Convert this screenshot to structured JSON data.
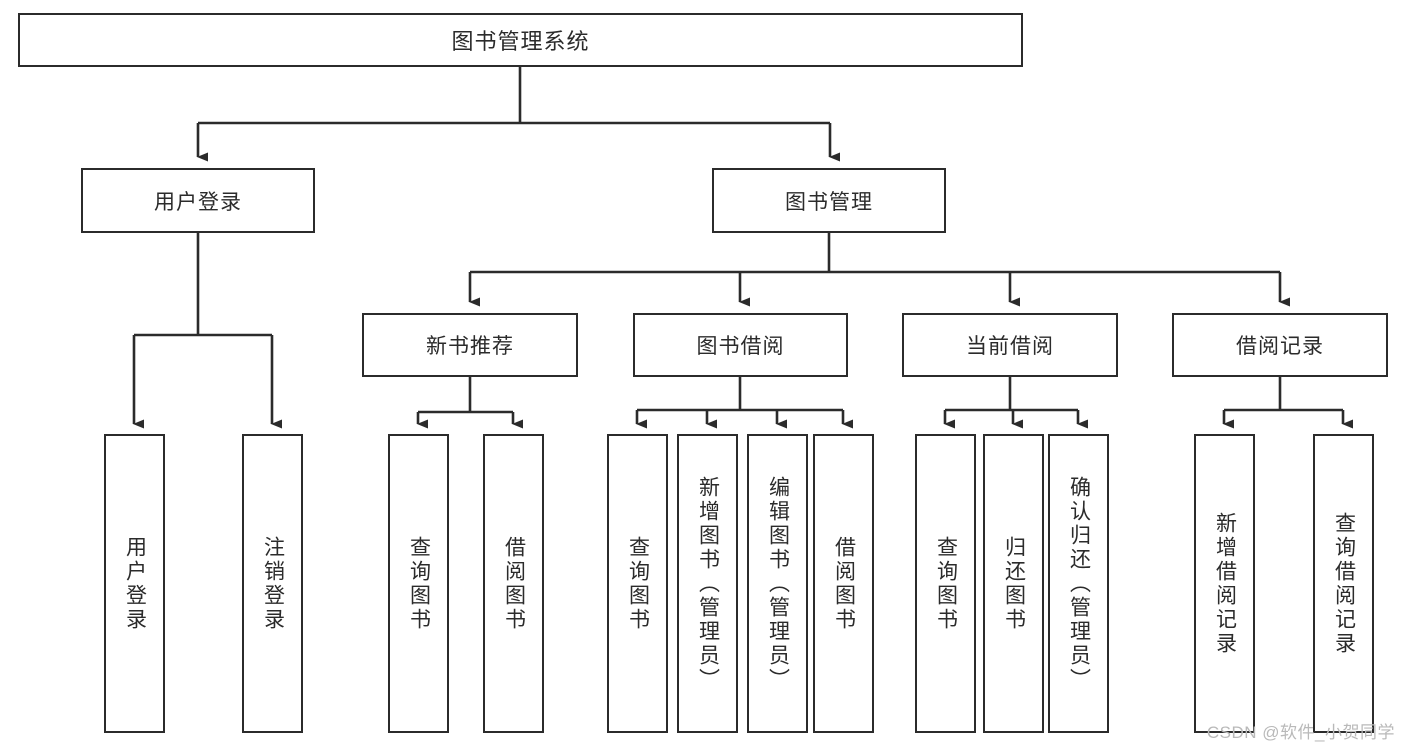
{
  "diagram": {
    "title": "图书管理系统",
    "type": "tree-hierarchy-diagram",
    "root": {
      "label": "图书管理系统"
    },
    "level2": [
      {
        "label": "用户登录"
      },
      {
        "label": "图书管理"
      }
    ],
    "level3": [
      {
        "label": "新书推荐"
      },
      {
        "label": "图书借阅"
      },
      {
        "label": "当前借阅"
      },
      {
        "label": "借阅记录"
      }
    ],
    "leaves": {
      "user_login": [
        {
          "label": "用户登录"
        },
        {
          "label": "注销登录"
        }
      ],
      "new_book_recommend": [
        {
          "label": "查询图书"
        },
        {
          "label": "借阅图书"
        }
      ],
      "book_borrow": [
        {
          "label": "查询图书"
        },
        {
          "label": "新增图书（管理员）"
        },
        {
          "label": "编辑图书（管理员）"
        },
        {
          "label": "借阅图书"
        }
      ],
      "current_borrow": [
        {
          "label": "查询图书"
        },
        {
          "label": "归还图书"
        },
        {
          "label": "确认归还（管理员）"
        }
      ],
      "borrow_record": [
        {
          "label": "新增借阅记录"
        },
        {
          "label": "查询借阅记录"
        }
      ]
    },
    "watermark": "CSDN @软件_小贺同学",
    "colors": {
      "stroke": "#2b2b2b",
      "fill": "#ffffff",
      "watermark": "#b9b9b9"
    }
  }
}
